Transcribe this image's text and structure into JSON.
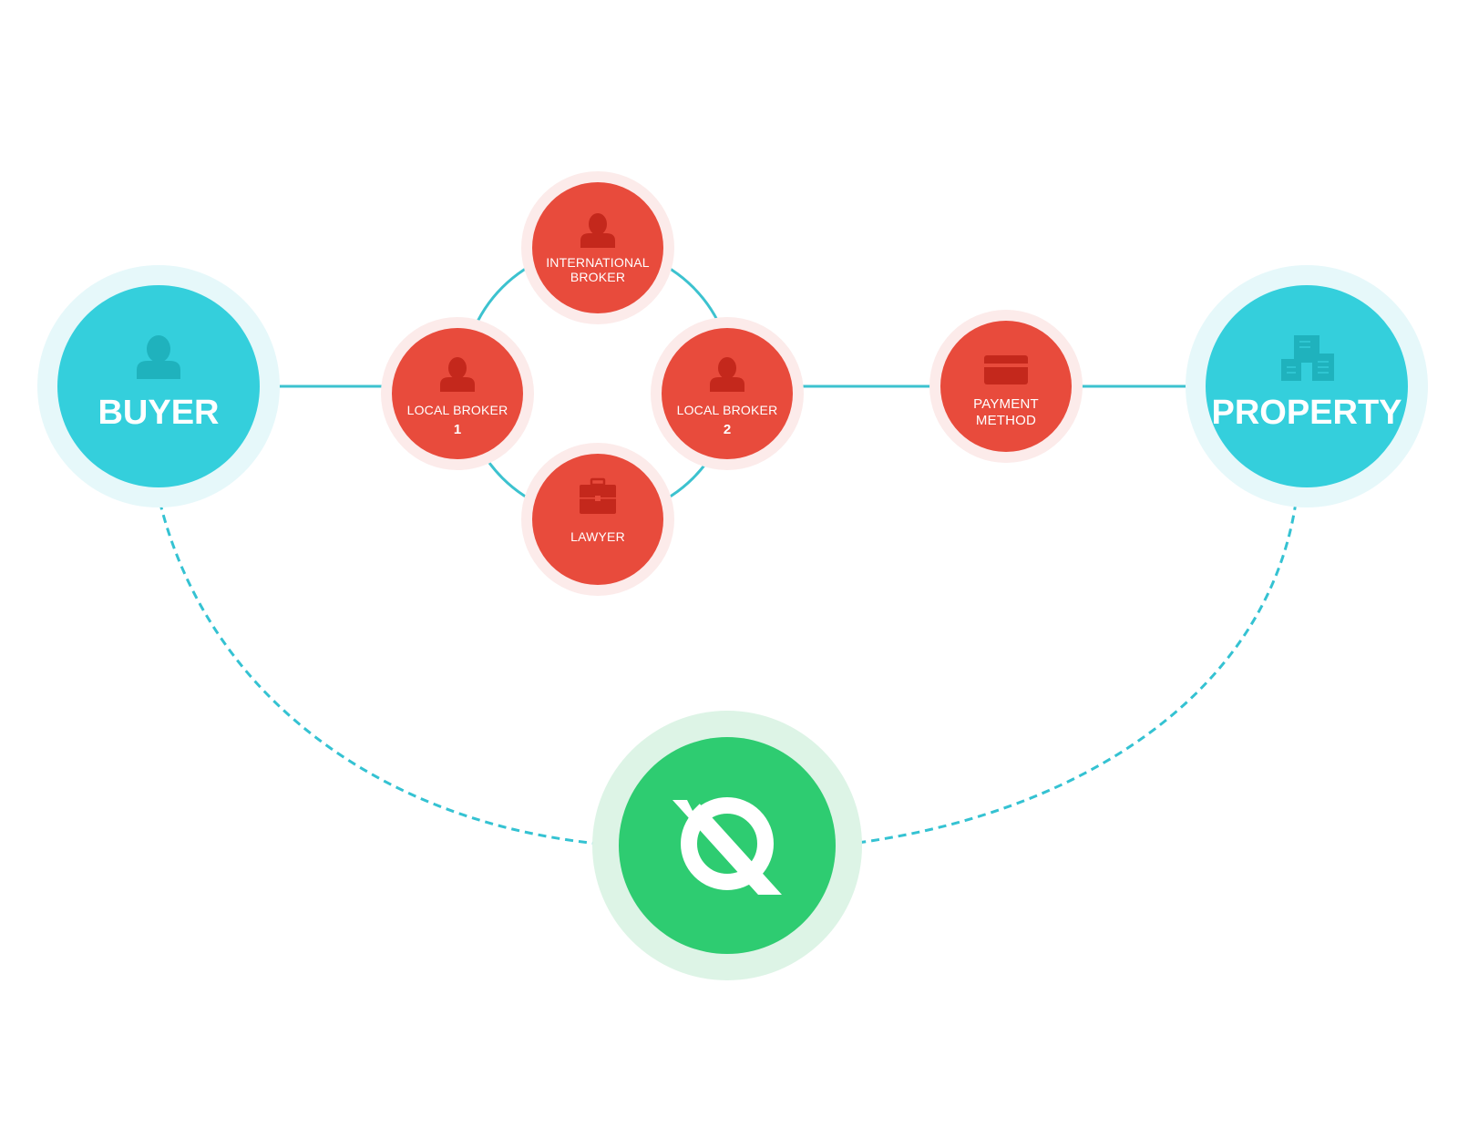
{
  "colors": {
    "accent_teal": "#34cfdc",
    "teal_halo": "#e6f8fa",
    "teal_icon": "#1fb2bd",
    "accent_red": "#e84b3c",
    "red_halo": "#fcebea",
    "red_icon": "#c4281c",
    "accent_green": "#2ecc71",
    "green_halo": "#ddf4e6",
    "line": "#3cc2cf",
    "text_on_node": "#ffffff"
  },
  "nodes": {
    "buyer": {
      "label": "BUYER",
      "icon": "person-icon"
    },
    "property": {
      "label": "PROPERTY",
      "icon": "buildings-icon"
    },
    "international_broker": {
      "label_line1": "INTERNATIONAL",
      "label_line2": "BROKER",
      "icon": "person-icon"
    },
    "local_broker_1": {
      "label": "LOCAL BROKER",
      "number": "1",
      "icon": "person-icon"
    },
    "local_broker_2": {
      "label": "LOCAL BROKER",
      "number": "2",
      "icon": "person-icon"
    },
    "lawyer": {
      "label": "LAWYER",
      "icon": "briefcase-icon"
    },
    "payment_method": {
      "label_line1": "PAYMENT",
      "label_line2": "METHOD",
      "icon": "credit-card-icon"
    },
    "center": {
      "icon": "quantum-logo-icon"
    }
  }
}
